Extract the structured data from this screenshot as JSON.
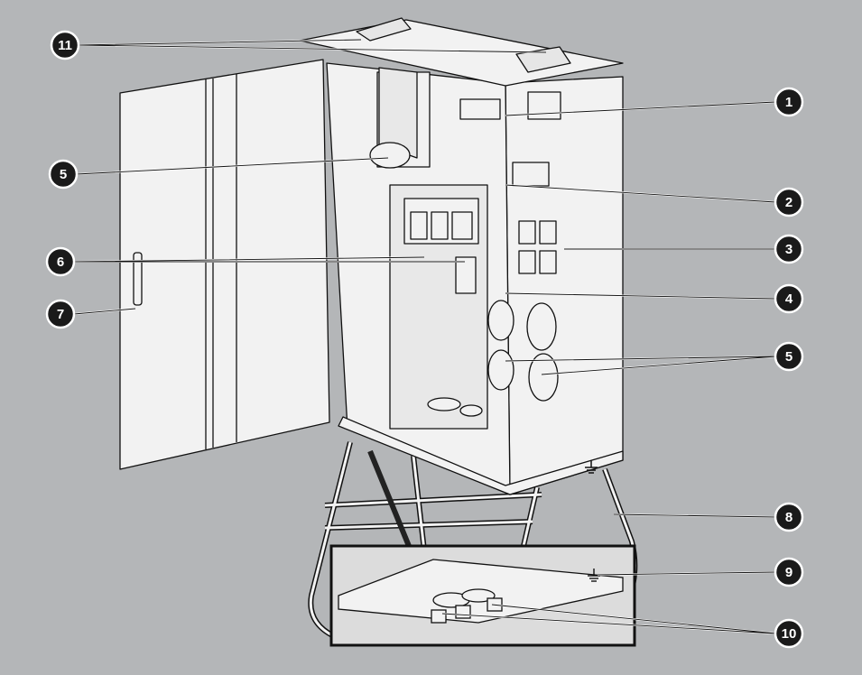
{
  "colors": {
    "background": "#b4b6b8",
    "cabinet_fill": "#f2f2f2",
    "outline": "#111111",
    "callout_fill": "#1a1a1a",
    "callout_text": "#ffffff"
  },
  "callouts": [
    {
      "label": "11",
      "icon": "callout-badge"
    },
    {
      "label": "1",
      "icon": "callout-badge"
    },
    {
      "label": "5",
      "icon": "callout-badge"
    },
    {
      "label": "2",
      "icon": "callout-badge"
    },
    {
      "label": "3",
      "icon": "callout-badge"
    },
    {
      "label": "6",
      "icon": "callout-badge"
    },
    {
      "label": "4",
      "icon": "callout-badge"
    },
    {
      "label": "7",
      "icon": "callout-badge"
    },
    {
      "label": "5",
      "icon": "callout-badge"
    },
    {
      "label": "8",
      "icon": "callout-badge"
    },
    {
      "label": "9",
      "icon": "callout-badge"
    },
    {
      "label": "10",
      "icon": "callout-badge"
    }
  ]
}
